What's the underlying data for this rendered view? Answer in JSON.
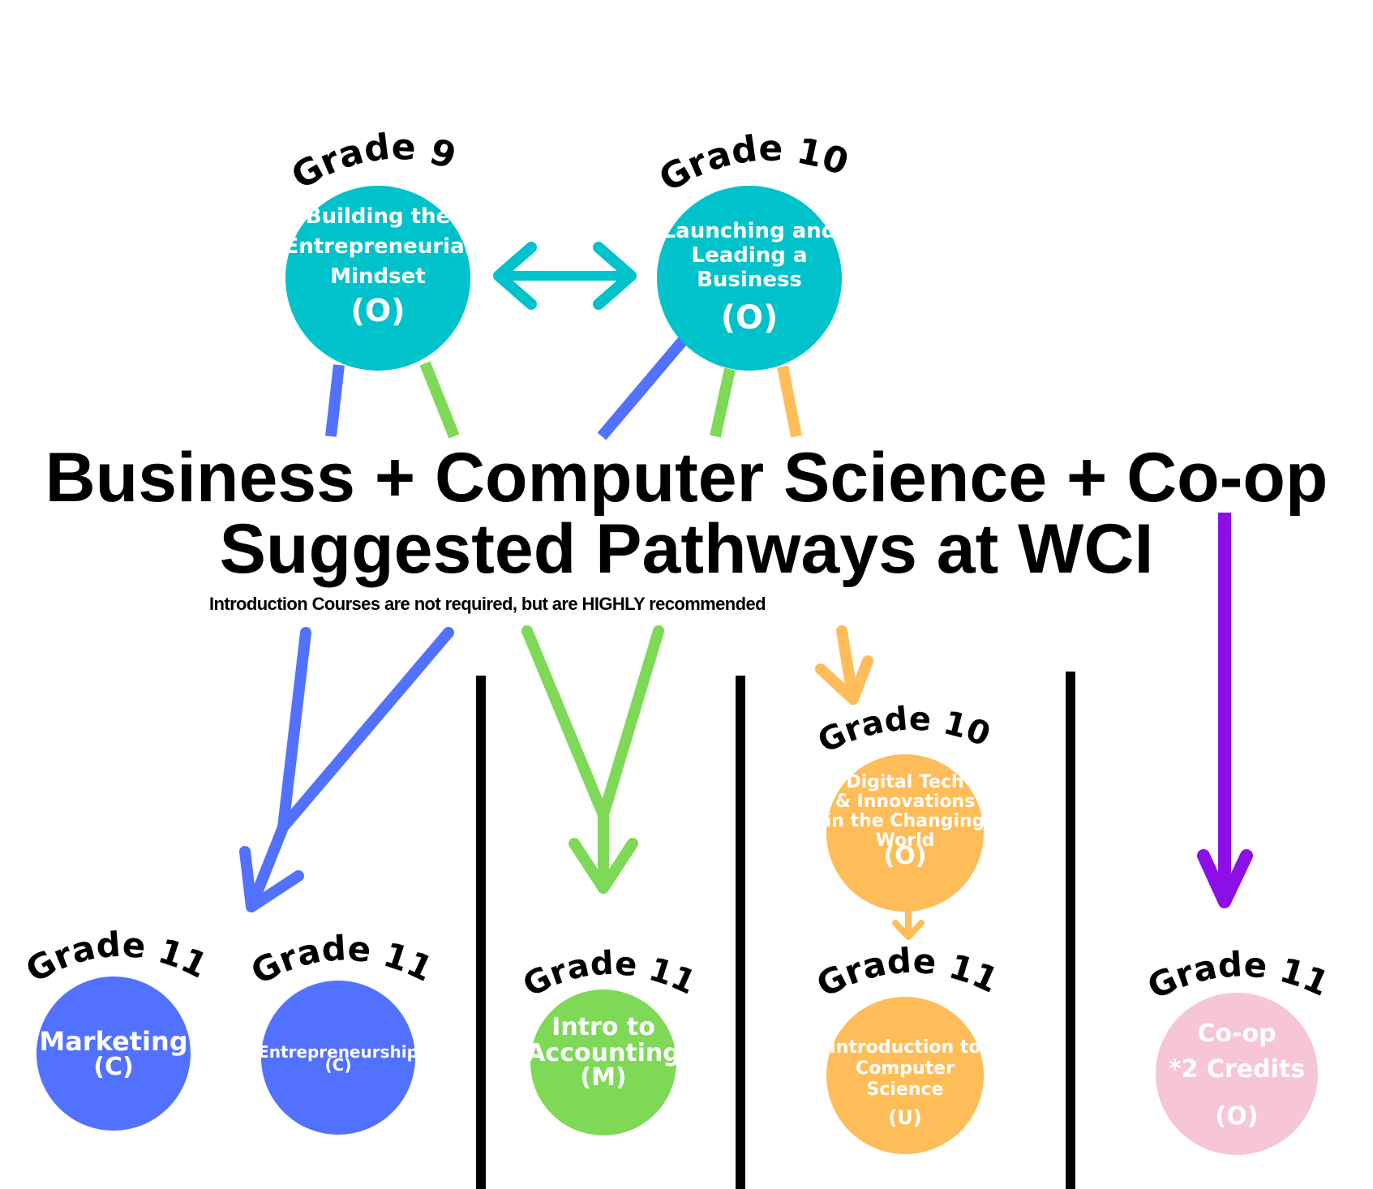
{
  "title": {
    "line1": "Business + Computer Science + Co-op",
    "line2": "Suggested Pathways at WCI",
    "note": "Introduction Courses are not required, but are HIGHLY recommended"
  },
  "colors": {
    "intro": "#00C2CB",
    "business_blue": "#5271FF",
    "accounting_green": "#7ED957",
    "cs_orange": "#FFBD59",
    "coop_purple": "#8C0FE8",
    "coop_pink": "#F6C5D8",
    "divider": "#000000"
  },
  "courses": [
    {
      "id": "g9",
      "grade": "Grade 9",
      "lines": [
        "Building the",
        "Entrepreneurial",
        "Mindset"
      ],
      "level": "(O)",
      "color": "#00C2CB"
    },
    {
      "id": "g10",
      "grade": "Grade 10",
      "lines": [
        "Launching and",
        "Leading a",
        "Business"
      ],
      "level": "(O)",
      "color": "#00C2CB"
    },
    {
      "id": "marketing",
      "grade": "Grade 11",
      "lines": [
        "Marketing"
      ],
      "level": "(C)",
      "color": "#5271FF"
    },
    {
      "id": "entre",
      "grade": "Grade 11",
      "lines": [
        "Entrepreneurship"
      ],
      "level": "(C)",
      "color": "#5271FF"
    },
    {
      "id": "acct",
      "grade": "Grade 11",
      "lines": [
        "Intro to",
        "Accounting"
      ],
      "level": "(M)",
      "color": "#7ED957"
    },
    {
      "id": "digtech",
      "grade": "Grade 10",
      "lines": [
        "Digital Tech",
        "& Innovations",
        "in the Changing",
        "World"
      ],
      "level": "(O)",
      "color": "#FFBD59"
    },
    {
      "id": "introcs",
      "grade": "Grade 11",
      "lines": [
        "Introduction to",
        "Computer",
        "Science"
      ],
      "level": "(U)",
      "color": "#FFBD59"
    },
    {
      "id": "coop",
      "grade": "Grade 11",
      "lines": [
        "Co-op",
        "*2 Credits"
      ],
      "level": "(O)",
      "color": "#F6C5D8"
    }
  ]
}
